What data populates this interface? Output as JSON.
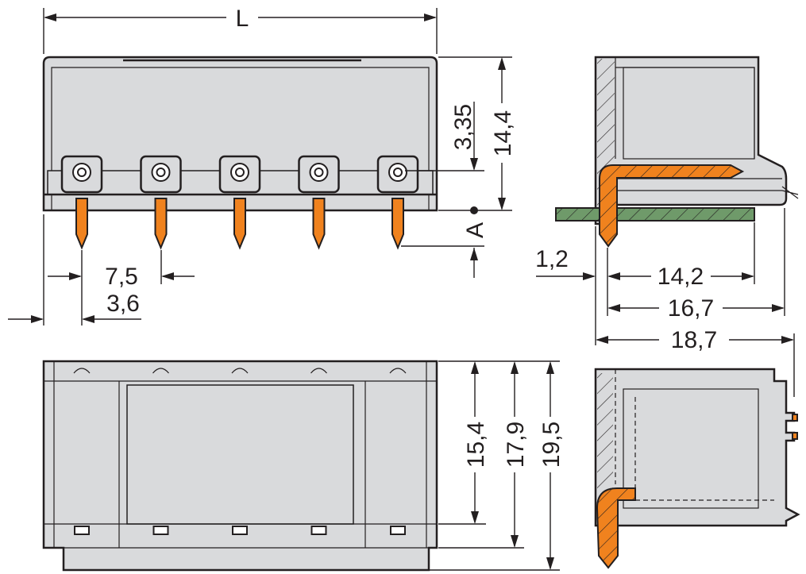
{
  "title": "Pin header technical drawing",
  "colors": {
    "housing": "#d9dadc",
    "pin": "#f0821e",
    "pcb": "#6f9a6a",
    "line": "#231f20"
  },
  "dimensions": {
    "length": "L",
    "d_3_35": "3,35",
    "d_14_4": "14,4",
    "d_A": "A",
    "pitch": "7,5",
    "d_3_6": "3,6",
    "d_1_2": "1,2",
    "d_14_2": "14,2",
    "d_16_7": "16,7",
    "d_18_7": "18,7",
    "d_15_4": "15,4",
    "d_17_9": "17,9",
    "d_19_5": "19,5"
  },
  "pole_count": 5
}
